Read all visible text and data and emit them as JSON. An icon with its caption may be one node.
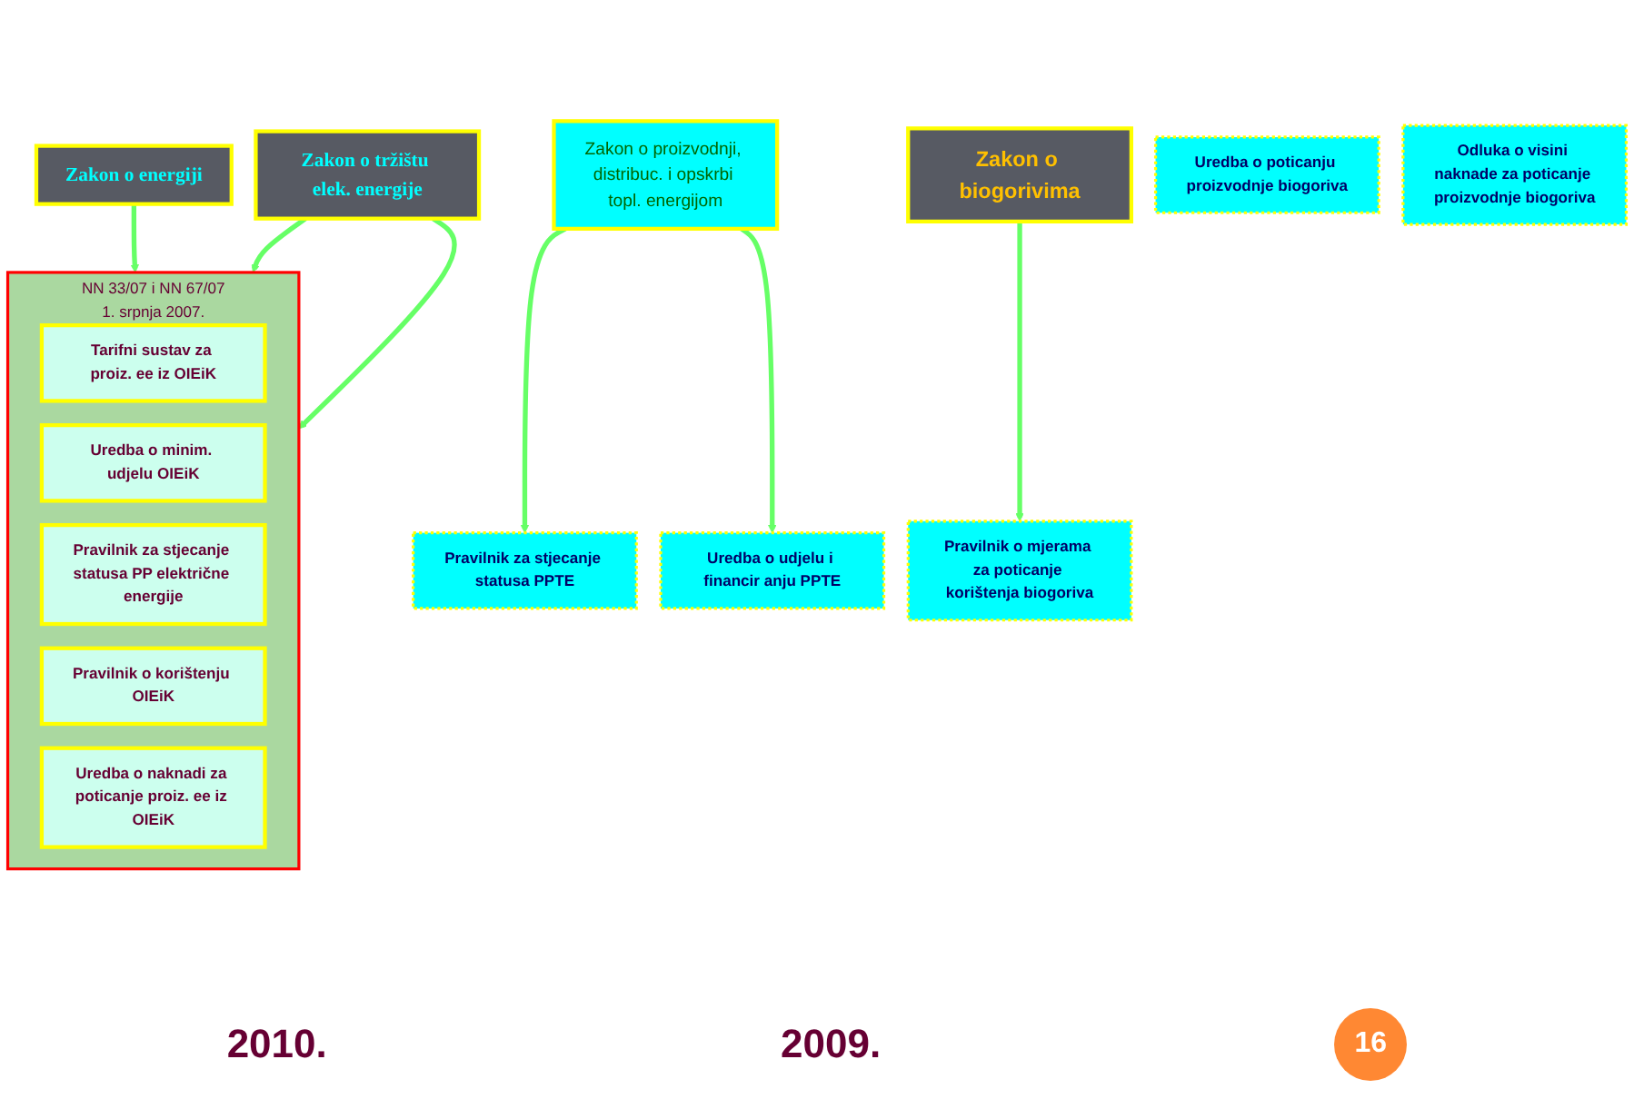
{
  "diagram": {
    "nodes": [
      {
        "text": [
          "Zakon o energiji"
        ]
      },
      {
        "text": [
          "Zakon o tržištu elek. energije"
        ]
      },
      {
        "text": [
          "NN 33/07 i NN 67/07",
          "1. srpnja 2007."
        ]
      },
      {
        "text": [
          "Tarifni sustav za proiz. ee iz OIEiK"
        ],
        "in": 2
      },
      {
        "text": [
          "Uredba o minim. udjelu OIEiK"
        ],
        "in": 2
      },
      {
        "text": [
          "Pravilnik za stjecanje statusa PP električne energije"
        ],
        "in": 2
      },
      {
        "text": [
          "Pravilnik o korištenju OIEiK"
        ],
        "in": 2
      },
      {
        "text": [
          "Uredba o naknadi za poticanje proiz. ee iz OIEiK"
        ],
        "in": 2
      },
      {
        "text": [
          "Zakon o proizvodnji, distribuc. i opskrbi topl. energijom"
        ]
      },
      {
        "text": [
          "Pravilnik za stjecanje statusa PPTE"
        ]
      },
      {
        "text": [
          "Uredba o udjelu i financir anju PPTE"
        ]
      },
      {
        "text": [
          "Zakon o biogorivima"
        ]
      },
      {
        "text": [
          "Pravilnik o mjerama za poticanje korištenja biogoriva"
        ]
      },
      {
        "text": [
          "Uredba o poticanju proizvodnje biogoriva"
        ]
      },
      {
        "text": [
          "Odluka o visini naknade za poticanje proizvodnje biogoriva"
        ]
      }
    ],
    "edges": [
      {
        "from": 0,
        "to": 2,
        "arrow": "to"
      },
      {
        "from": 1,
        "to": 2,
        "arrow": "to"
      },
      {
        "from": 1,
        "to": 2,
        "arrow": "to"
      },
      {
        "from": 8,
        "to": 9,
        "arrow": "to"
      },
      {
        "from": 8,
        "to": 10,
        "arrow": "to"
      },
      {
        "from": 11,
        "to": 12,
        "arrow": "to"
      }
    ],
    "labels": [
      "2010.",
      "2009.",
      "16"
    ]
  }
}
